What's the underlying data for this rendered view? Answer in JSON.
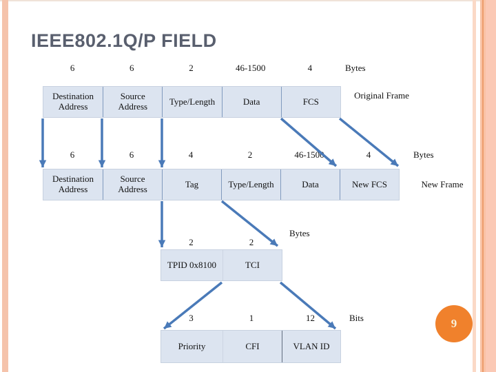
{
  "slide": {
    "title": "IEEE802.1Q/P FIELD",
    "page_number": "9"
  },
  "frames": {
    "original": {
      "sizes": [
        "6",
        "6",
        "2",
        "46-1500",
        "4"
      ],
      "unit": "Bytes",
      "fields": [
        "Destination Address",
        "Source Address",
        "Type/Length",
        "Data",
        "FCS"
      ],
      "caption": "Original Frame"
    },
    "new": {
      "sizes": [
        "6",
        "6",
        "4",
        "2",
        "46-1500",
        "4"
      ],
      "unit": "Bytes",
      "fields": [
        "Destination Address",
        "Source Address",
        "Tag",
        "Type/Length",
        "Data",
        "New FCS"
      ],
      "caption": "New Frame"
    },
    "tag": {
      "sizes": [
        "2",
        "2"
      ],
      "unit": "Bytes",
      "fields": [
        "TPID 0x8100",
        "TCI"
      ]
    },
    "tci": {
      "sizes": [
        "3",
        "1",
        "12"
      ],
      "unit": "Bits",
      "fields": [
        "Priority",
        "CFI",
        "VLAN ID"
      ]
    }
  },
  "colors": {
    "accent_arrow": "#4a7ab8",
    "table_fill": "#dce4f0",
    "stripe_peach": "#f5c3ab",
    "page_circle": "#f0812c",
    "title_gray": "#595f6e"
  }
}
